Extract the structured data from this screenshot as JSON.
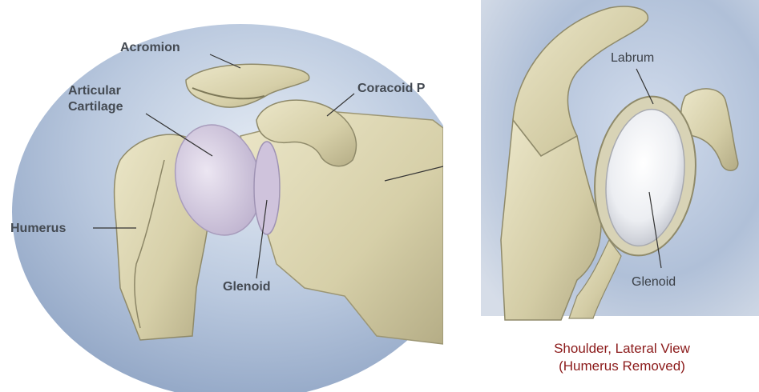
{
  "left_labels": {
    "acromion": "Acromion",
    "articular_cartilage_line1": "Articular",
    "articular_cartilage_line2": "Cartilage",
    "coracoid": "Coracoid P",
    "humerus": "Humerus",
    "glenoid": "Glenoid"
  },
  "right_labels": {
    "labrum": "Labrum",
    "glenoid": "Glenoid"
  },
  "caption": {
    "line1": "Shoulder, Lateral View",
    "line2": "(Humerus Removed)"
  },
  "colors": {
    "background_blue": "#aebfd8",
    "bone": "#d9d3b0",
    "bone_shadow": "#8f8a6a",
    "cartilage": "#d8cde4",
    "glenoid_fossa": "#f4f4f6",
    "caption_red": "#8b1a1a",
    "label_gray": "#444a52"
  }
}
